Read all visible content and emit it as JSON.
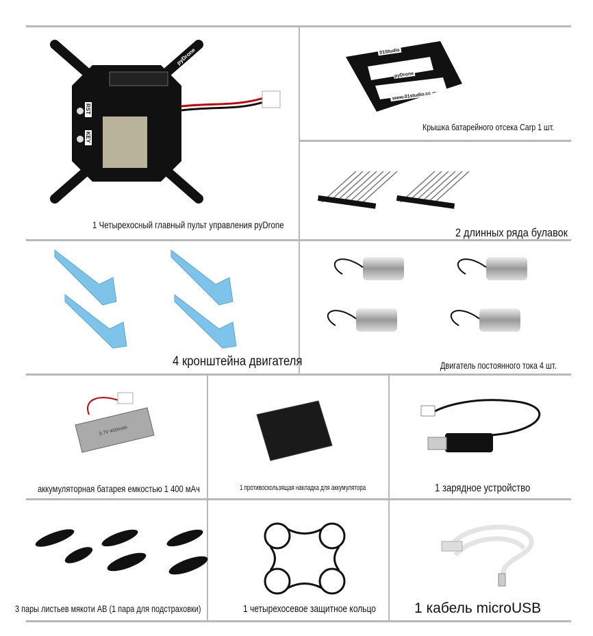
{
  "items": [
    {
      "caption": "1 Четырехосный главный пульт управления pyDrone",
      "board_labels": [
        "pyDrone",
        "RST",
        "KEY"
      ]
    },
    {
      "caption": "Крышка батарейного отсека Carp 1 шт.",
      "cover_labels": [
        "pyDrone",
        "www.01studio.cc",
        "01Studio"
      ]
    },
    {
      "caption": "2 длинных ряда булавок"
    },
    {
      "caption": "4 кронштейна двигателя"
    },
    {
      "caption": "Двигатель постоянного тока 4 шт."
    },
    {
      "caption": "аккумуляторная батарея емкостью 1 400 мАч",
      "battery_label": "3.7V 400mAh"
    },
    {
      "caption": "1 противоскользящая накладка для аккумулятора"
    },
    {
      "caption": "1 зарядное устройство"
    },
    {
      "caption": "3 пары листьев мякоти AB (1 пара для подстраховки)"
    },
    {
      "caption": "1 четырехосевое защитное кольцо"
    },
    {
      "caption": "1 кабель microUSB"
    }
  ],
  "colors": {
    "grid": "#b8b8b8",
    "bracket": "#7ec4ea",
    "board": "#111111"
  }
}
